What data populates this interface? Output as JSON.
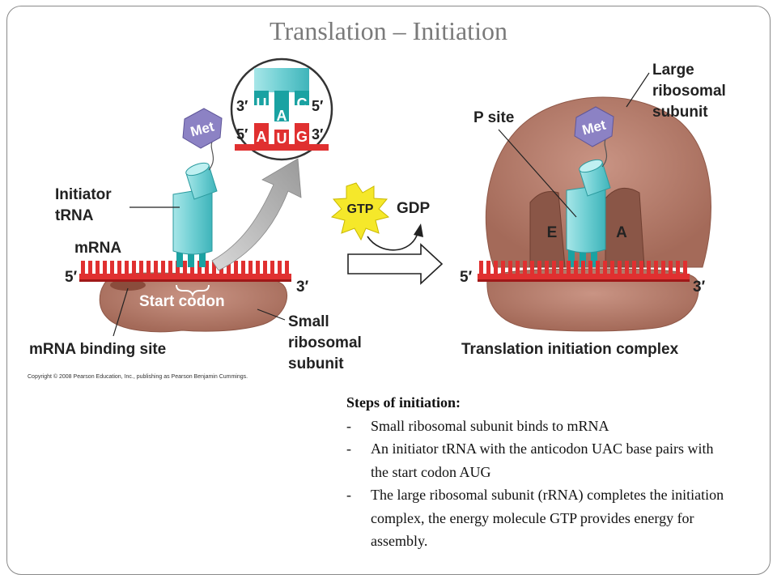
{
  "title": "Translation – Initiation",
  "labels": {
    "met": "Met",
    "anticodon_3": "3′",
    "anticodon_5": "5′",
    "codon_5": "5′",
    "codon_3": "3′",
    "anticodon_bases": [
      "U",
      "A",
      "C"
    ],
    "codon_bases": [
      "A",
      "U",
      "G"
    ],
    "initiator_trna": [
      "Initiator",
      "tRNA"
    ],
    "mrna": "mRNA",
    "left_5": "5′",
    "left_3": "3′",
    "start_codon": "Start codon",
    "mrna_binding_site": "mRNA binding site",
    "small_subunit": [
      "Small",
      "ribosomal",
      "subunit"
    ],
    "gtp": "GTP",
    "gdp": "GDP",
    "p_site": "P site",
    "large_subunit": [
      "Large",
      "ribosomal",
      "subunit"
    ],
    "site_e": "E",
    "site_a": "A",
    "right_5": "5′",
    "right_3": "3′",
    "complex": "Translation initiation complex"
  },
  "copyright": "Copyright © 2008 Pearson Education, Inc., publishing as Pearson Benjamin Cummings.",
  "steps": {
    "heading": "Steps of initiation:",
    "items": [
      "Small ribosomal subunit binds to mRNA",
      "An initiator tRNA with the anticodon UAC base pairs with the start codon AUG",
      "The large ribosomal subunit (rRNA) completes the initiation complex, the energy molecule GTP provides energy for assembly."
    ]
  },
  "colors": {
    "met": "#8c82c4",
    "trna": "#7fd3d6",
    "trna_dark": "#1aa2a2",
    "mrna": "#e03030",
    "ribosome": "#b57b6a",
    "gtp_burst": "#f5e82a",
    "arrow_gray": "#b0b0b0"
  }
}
